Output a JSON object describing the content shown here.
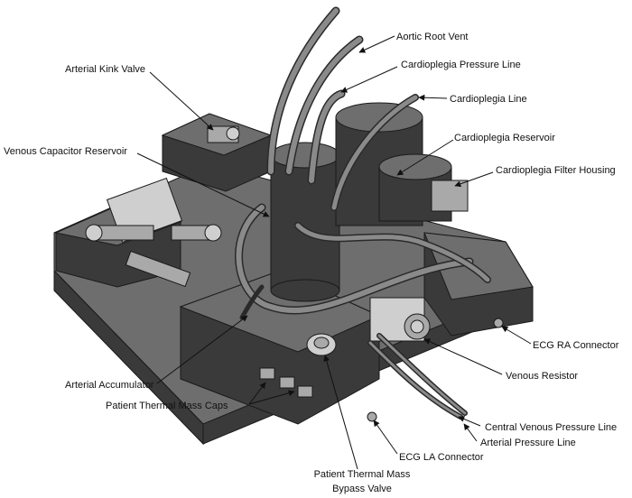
{
  "labels": {
    "aortic_root_vent": "Aortic Root Vent",
    "cardioplegia_pressure_line": "Cardioplegia Pressure Line",
    "arterial_kink_valve": "Arterial Kink Valve",
    "cardioplegia_line": "Cardioplegia Line",
    "cardioplegia_reservoir": "Cardioplegia Reservoir",
    "venous_capacitor_reservoir": "Venous Capacitor Reservoir",
    "cardioplegia_filter_housing": "Cardioplegia Filter Housing",
    "ecg_ra_connector": "ECG RA Connector",
    "venous_resistor": "Venous Resistor",
    "arterial_accumulator": "Arterial Accumulator",
    "patient_thermal_mass_caps": "Patient Thermal Mass Caps",
    "central_venous_pressure_line": "Central Venous Pressure Line",
    "arterial_pressure_line": "Arterial Pressure Line",
    "ecg_la_connector": "ECG LA Connector",
    "patient_thermal_mass_bypass_valve_line1": "Patient Thermal Mass",
    "patient_thermal_mass_bypass_valve_line2": "Bypass Valve"
  }
}
